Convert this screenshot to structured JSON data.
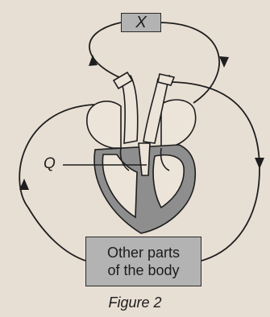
{
  "labels": {
    "x": "X",
    "q": "Q"
  },
  "body_box": {
    "line1": "Other parts",
    "line2": "of the body"
  },
  "caption": "Figure 2"
}
